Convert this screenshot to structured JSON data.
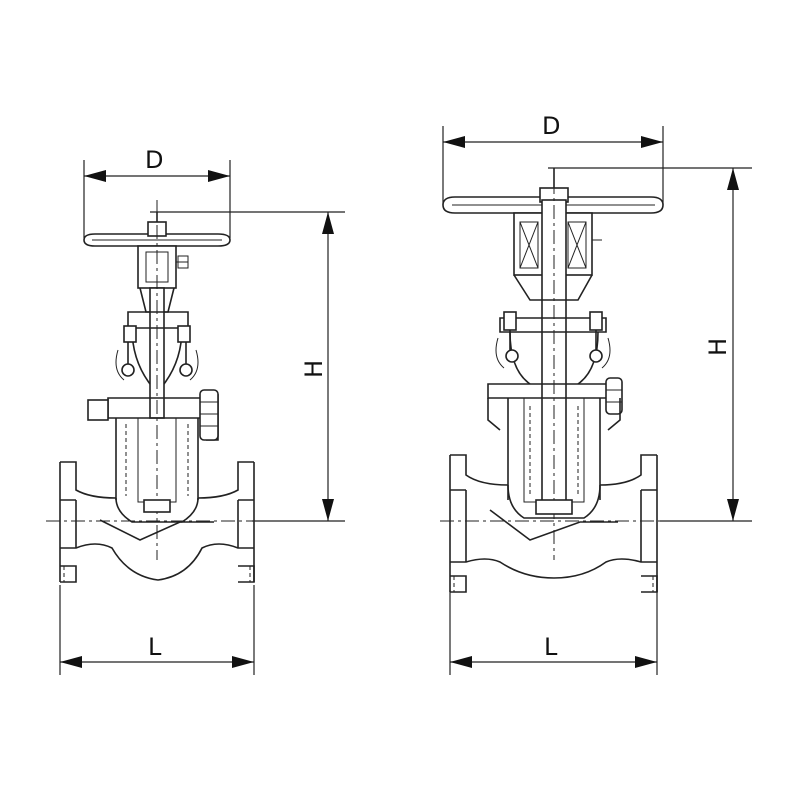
{
  "left_valve": {
    "dim_d": "D",
    "dim_h": "H",
    "dim_l": "L"
  },
  "right_valve": {
    "dim_d": "D",
    "dim_h": "H",
    "dim_l": "L"
  },
  "colors": {
    "line": "#222222",
    "background": "#ffffff"
  }
}
